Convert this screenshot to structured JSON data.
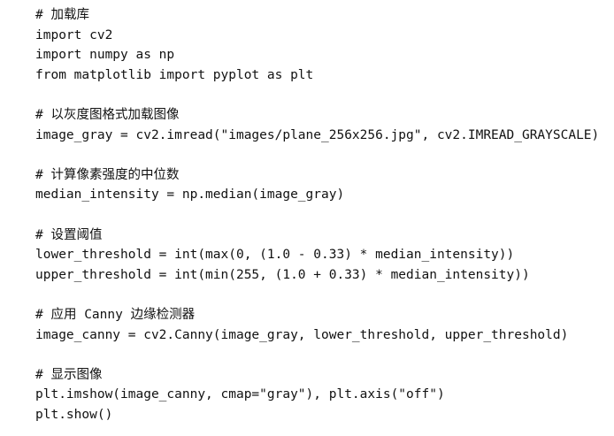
{
  "code": {
    "lines": [
      "# 加载库",
      "import cv2",
      "import numpy as np",
      "from matplotlib import pyplot as plt",
      "",
      "# 以灰度图格式加载图像",
      "image_gray = cv2.imread(\"images/plane_256x256.jpg\", cv2.IMREAD_GRAYSCALE)",
      "",
      "# 计算像素强度的中位数",
      "median_intensity = np.median(image_gray)",
      "",
      "# 设置阈值",
      "lower_threshold = int(max(0, (1.0 - 0.33) * median_intensity))",
      "upper_threshold = int(min(255, (1.0 + 0.33) * median_intensity))",
      "",
      "# 应用 Canny 边缘检测器",
      "image_canny = cv2.Canny(image_gray, lower_threshold, upper_threshold)",
      "",
      "# 显示图像",
      "plt.imshow(image_canny, cmap=\"gray\"), plt.axis(\"off\")",
      "plt.show()"
    ]
  }
}
